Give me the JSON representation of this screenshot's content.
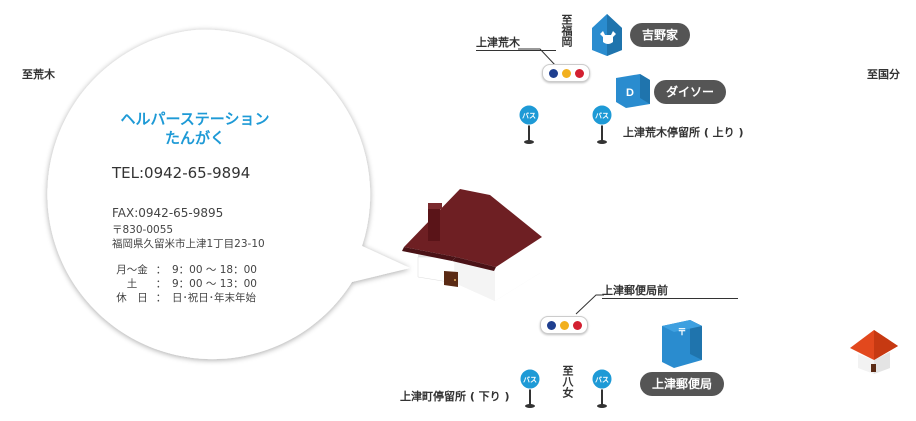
{
  "directions": {
    "left": "至荒木",
    "right": "至国分",
    "top_vertical": "至福岡",
    "bottom_vertical": "至八女"
  },
  "info": {
    "name_line1": "ヘルパーステーション",
    "name_line2": "たんがく",
    "tel": "TEL:0942-65-9894",
    "fax": "FAX:0942-65-9895",
    "postal": "〒830-0055",
    "address": "福岡県久留米市上津1丁目23-10",
    "hours": [
      {
        "day": "月〜金",
        "sep": "：",
        "time": "9：00 〜 18：00"
      },
      {
        "day": "土",
        "sep": "：",
        "time": "9：00 〜 13：00"
      },
      {
        "day": "休　日",
        "sep": "：",
        "time": "日･祝日･年末年始"
      }
    ]
  },
  "landmarks": {
    "yoshinoya": "吉野家",
    "daiso": "ダイソー",
    "post_office": "上津郵便局"
  },
  "intersections": {
    "north": "上津荒木",
    "south": "上津郵便局前"
  },
  "bus_stops": {
    "north_label": "上津荒木停留所 ( 上り )",
    "south_label": "上津町停留所 ( 下り )",
    "sign_text": "バス"
  },
  "icons": {
    "daiso_letter": "D",
    "post_symbol": "〒"
  },
  "colors": {
    "accent_blue": "#1e9ad6",
    "landmark_blue": "#2a8ccf",
    "pill_dark": "#555555",
    "roof": "#6e1f23",
    "orange_roof": "#e2481d",
    "signal_blue": "#1f3f8f",
    "signal_yellow": "#f2b01e",
    "signal_red": "#d32031"
  }
}
